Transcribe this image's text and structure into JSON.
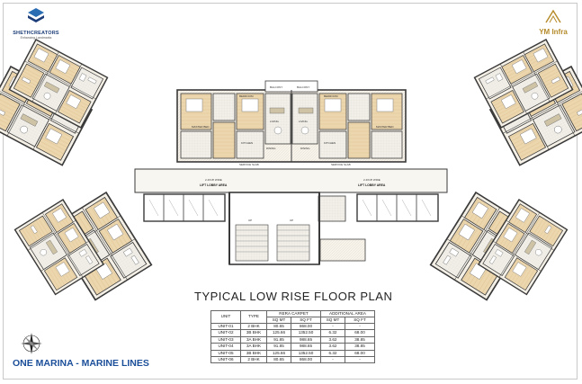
{
  "header": {
    "developer_logo": "SHETHCREATORS",
    "developer_tagline": "Enhancing Landmarks",
    "partner_logo": "YM Infra"
  },
  "plan": {
    "title": "TYPICAL LOW RISE  FLOOR PLAN",
    "project_name": "ONE MARINA - MARINE LINES",
    "labels": {
      "lobby_left": "LIFT LOBBY AREA",
      "lobby_left_size": "2.4X18' WIDE",
      "lobby_right": "LIFT LOBBY AREA",
      "lobby_right_size": "2.4X18' WIDE",
      "up1": "UP",
      "up2": "UP",
      "service_slab_left": "SERVICE SLAB",
      "service_slab_right": "SERVICE SLAB",
      "balcony_left": "BALCONY",
      "balcony_right": "BALCONY",
      "living_left": "LIVING",
      "living_right": "LIVING",
      "master_bed_left": "MASTER BED",
      "master_bed_right": "MASTER BED",
      "bedroom_left": "BEDROOM",
      "bedroom_right": "BEDROOM",
      "kitchen_left": "KITCHEN",
      "kitchen_right": "KITCHEN",
      "dining_left": "DINING",
      "dining_right": "DINING"
    }
  },
  "area_table": {
    "headers": {
      "unit": "UNIT",
      "type": "TYPE",
      "rera": "RERA CARPET",
      "additional": "ADDITIONAL AREA",
      "sqmt": "SQ MT",
      "sqft": "SQ FT",
      "sqmt2": "SQ MT",
      "sqft2": "SQ FT"
    },
    "rows": [
      {
        "unit": "UNIT-01",
        "type": "2 BHK",
        "rera_sqmt": "80.65",
        "rera_sqft": "868.00",
        "add_sqmt": "-",
        "add_sqft": "-"
      },
      {
        "unit": "UNIT-02",
        "type": "3B BHK",
        "rera_sqmt": "125.66",
        "rera_sqft": "1352.50",
        "add_sqmt": "6.32",
        "add_sqft": "68.00"
      },
      {
        "unit": "UNIT-03",
        "type": "3A BHK",
        "rera_sqmt": "91.85",
        "rera_sqft": "988.65",
        "add_sqmt": "3.62",
        "add_sqft": "38.85"
      },
      {
        "unit": "UNIT-04",
        "type": "3A BHK",
        "rera_sqmt": "91.85",
        "rera_sqft": "988.65",
        "add_sqmt": "3.62",
        "add_sqft": "38.85"
      },
      {
        "unit": "UNIT-05",
        "type": "3B BHK",
        "rera_sqmt": "125.66",
        "rera_sqft": "1352.50",
        "add_sqmt": "6.32",
        "add_sqft": "68.00"
      },
      {
        "unit": "UNIT-06",
        "type": "2 BHK",
        "rera_sqmt": "80.65",
        "rera_sqft": "868.00",
        "add_sqmt": "-",
        "add_sqft": "-"
      }
    ]
  },
  "colors": {
    "brand_blue": "#1c4f9a",
    "brand_gold": "#b58a2a",
    "wall": "#3a3a3a",
    "floor_fill": "#f3ead9",
    "wood_fill": "#e6cfa8"
  }
}
